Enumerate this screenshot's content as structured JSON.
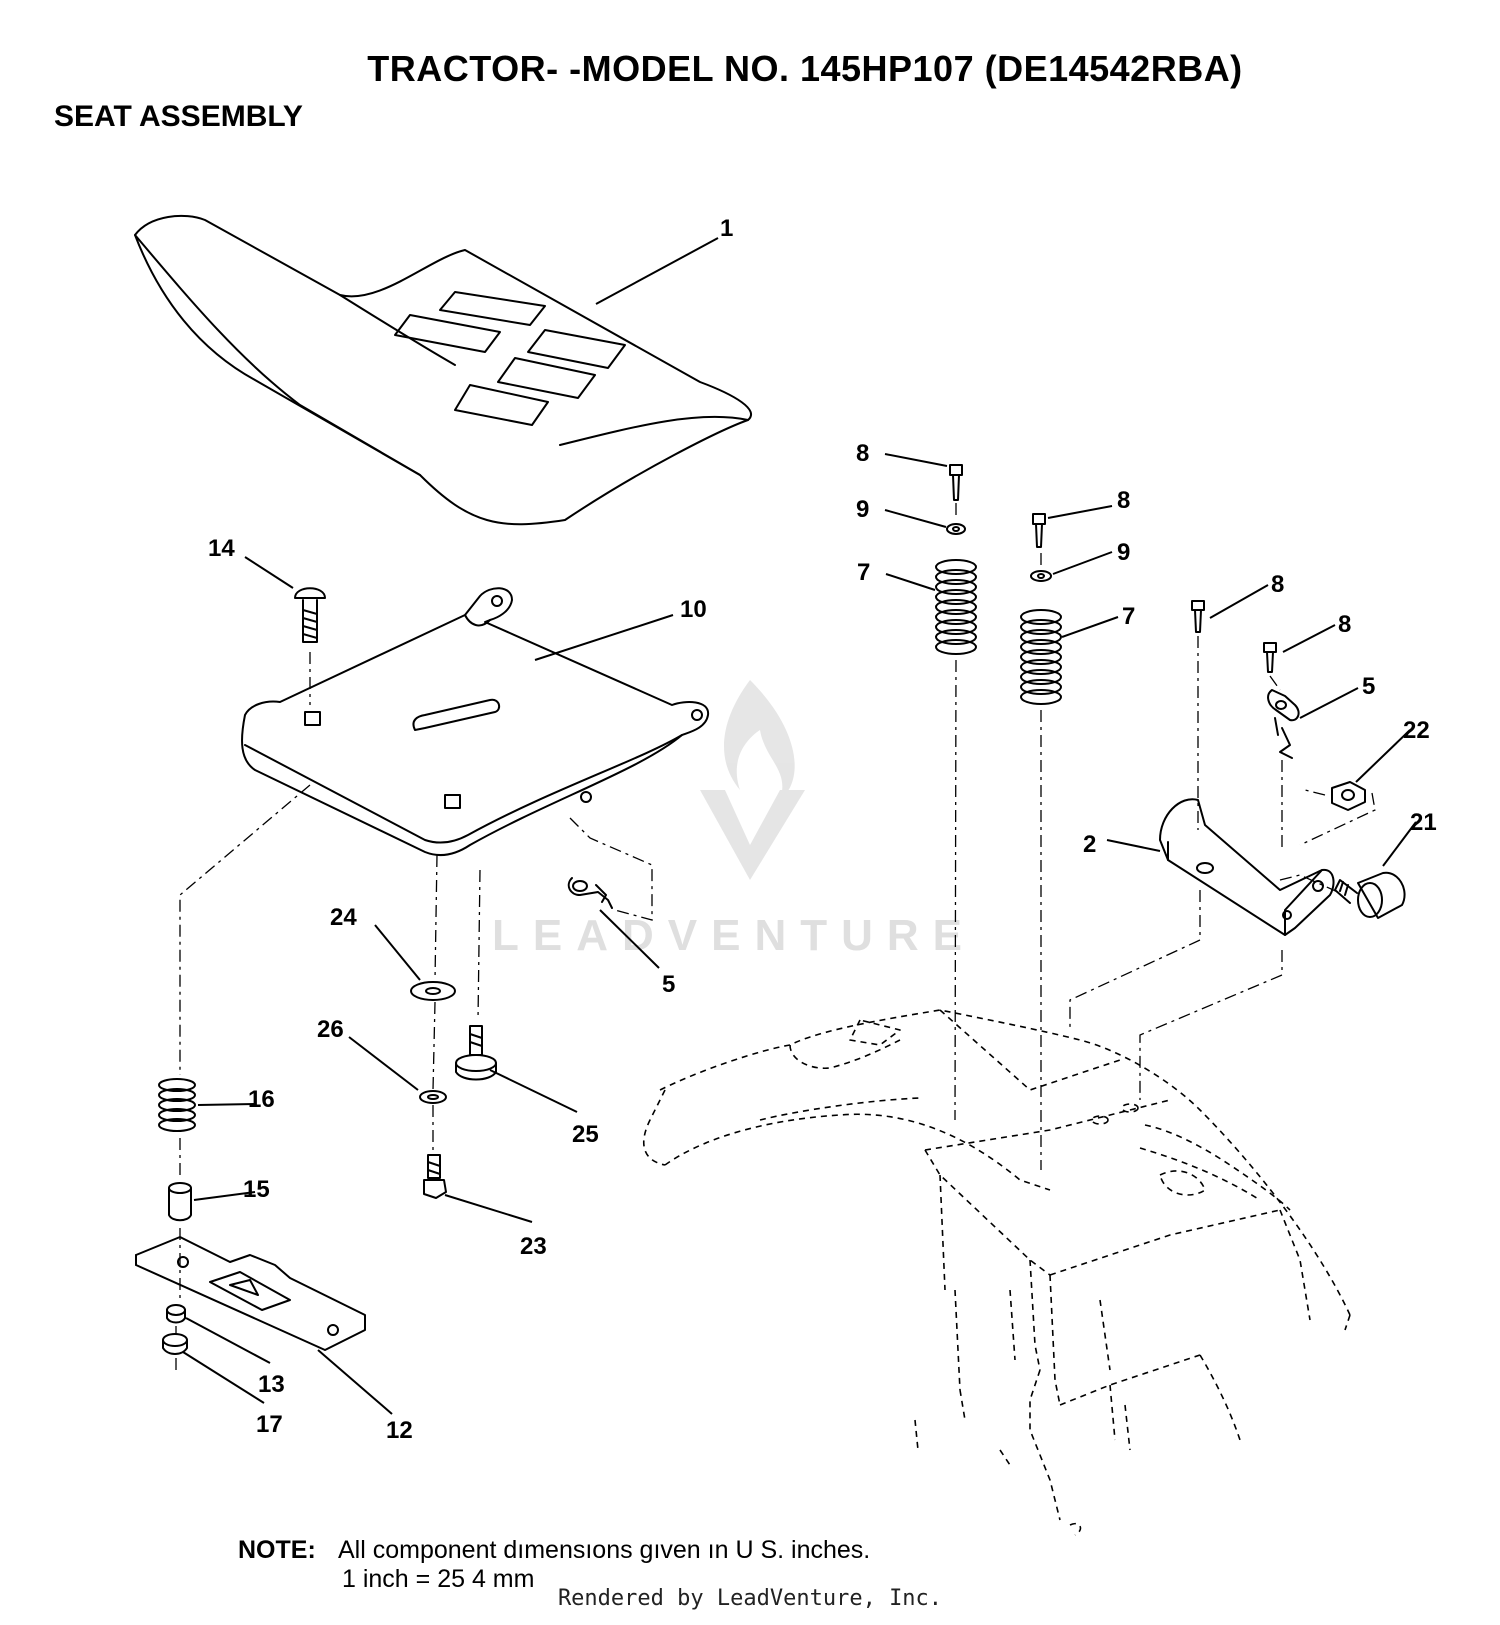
{
  "header": {
    "title": "TRACTOR- -MODEL NO. 145HP107 (DE14542RBA)",
    "subtitle": "SEAT ASSEMBLY"
  },
  "watermark": {
    "text": "LEADVENTURE"
  },
  "callouts": {
    "c1": "1",
    "c2": "2",
    "c5a": "5",
    "c5b": "5",
    "c7a": "7",
    "c7b": "7",
    "c8a": "8",
    "c8b": "8",
    "c8c": "8",
    "c8d": "8",
    "c9a": "9",
    "c9b": "9",
    "c10": "10",
    "c12": "12",
    "c13": "13",
    "c14": "14",
    "c15": "15",
    "c16": "16",
    "c17": "17",
    "c21": "21",
    "c22": "22",
    "c23": "23",
    "c24": "24",
    "c25": "25",
    "c26": "26"
  },
  "note": {
    "label": "NOTE:",
    "line1": "All component dımensıons gıven ın U S. inches.",
    "line2": "1 inch = 25 4 mm"
  },
  "footer": {
    "credit": "Rendered by LeadVenture, Inc."
  },
  "colors": {
    "ink": "#000000",
    "watermark": "#dcdcdc"
  }
}
